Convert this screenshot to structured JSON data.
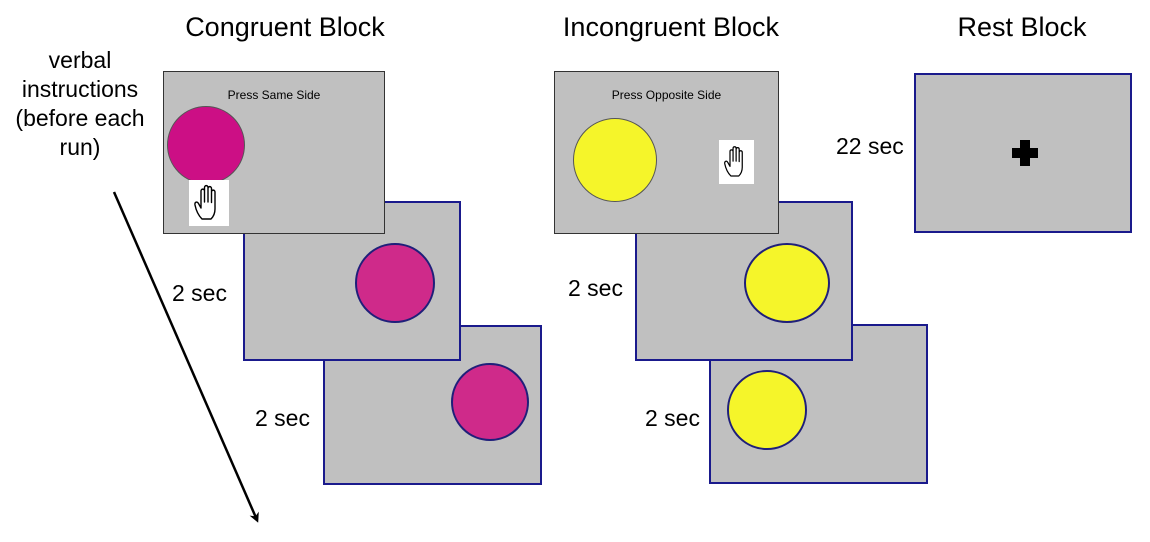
{
  "headers": {
    "congruent": "Congruent Block",
    "incongruent": "Incongruent Block",
    "rest": "Rest Block"
  },
  "verbal_note": {
    "line1": "verbal",
    "line2": "instructions",
    "line3": "(before each",
    "line4": "run)"
  },
  "congruent": {
    "instruction": "Press Same Side",
    "trial_labels": [
      "2 sec",
      "2 sec"
    ]
  },
  "incongruent": {
    "instruction": "Press Opposite Side",
    "trial_labels": [
      "2 sec",
      "2 sec"
    ]
  },
  "rest": {
    "duration_label": "22 sec"
  },
  "icons": {
    "hand": "hand-icon",
    "fixation": "plus-icon",
    "arrow": "arrow-down-right-icon"
  },
  "colors": {
    "slide_fill": "#c0c0c0",
    "slide_border_dark": "#333333",
    "slide_border_blue": "#1a1a8c",
    "magenta_circle": "#cc0f85",
    "pink_circle": "#cf2a8a",
    "yellow_circle": "#f5f52a",
    "circle_outline": "#1f1f7a"
  }
}
